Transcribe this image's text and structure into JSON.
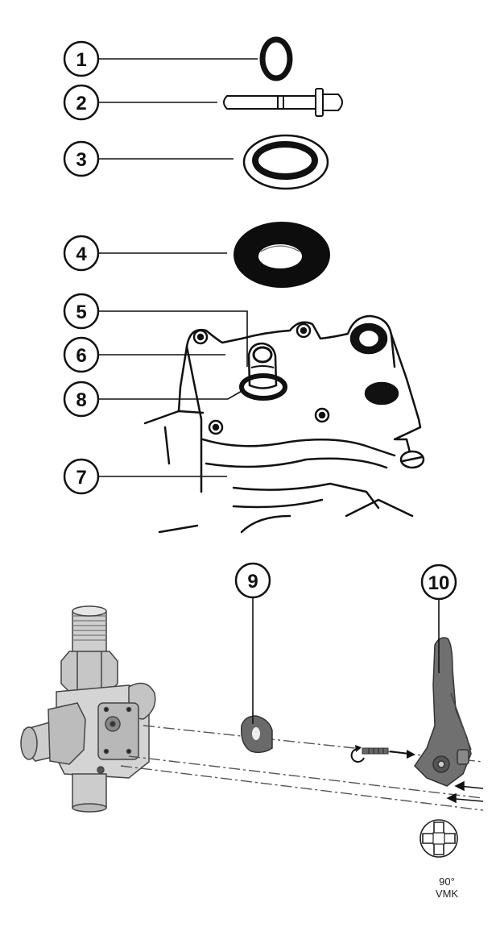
{
  "callouts": [
    "1",
    "2",
    "3",
    "4",
    "5",
    "6",
    "8",
    "7",
    "9",
    "10"
  ],
  "orientation_label": "90°",
  "model_label": "VMK"
}
